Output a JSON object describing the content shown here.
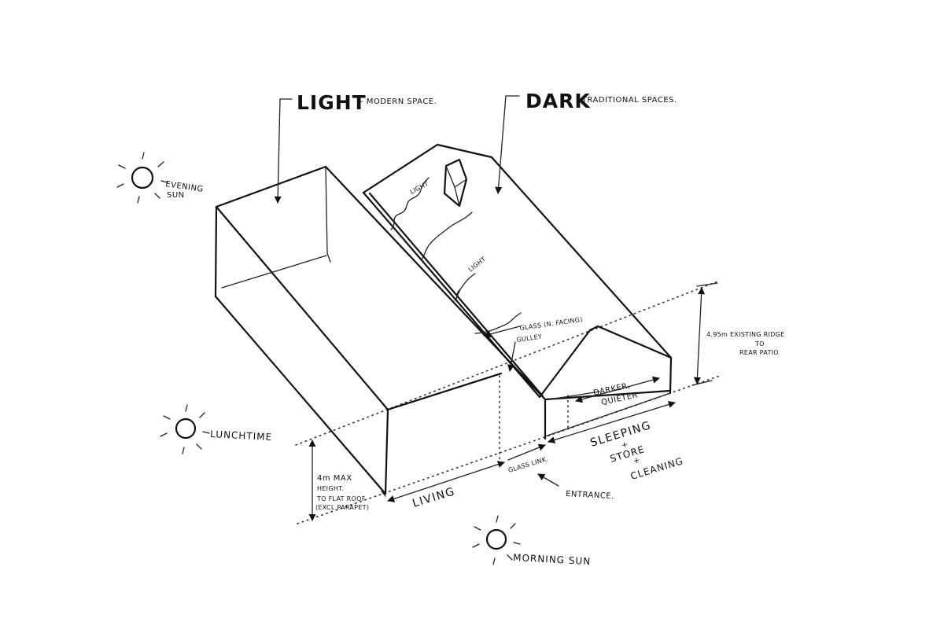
{
  "labels": {
    "light_heading": "LIGHT",
    "light_sub": "- MODERN SPACE.",
    "dark_heading": "DARK",
    "dark_sub": "- TRADITIONAL SPACES.",
    "evening_1": "EVENING",
    "evening_2": "SUN",
    "lunchtime": "LUNCHTIME",
    "morning": "MORNING SUN",
    "light_1": "LIGHT",
    "light_2": "LIGHT",
    "glass": "GLASS (N. FACING)",
    "gulley": "GULLEY",
    "ridge_1": "4.95m  EXISTING RIDGE",
    "ridge_2": "TO",
    "ridge_3": "REAR PATIO",
    "height_1": "4m MAX",
    "height_2": "HEIGHT.",
    "height_3": "TO FLAT ROOF",
    "height_4": "(EXCL PARAPET)",
    "darker_1": "DARKER,",
    "darker_2": "QUIETER",
    "living": "LIVING",
    "glass_link": "GLASS LINK.",
    "sleeping": "SLEEPING",
    "plus_1": "+",
    "store": "STORE",
    "plus_2": "+",
    "cleaning": "CLEANING",
    "entrance": "ENTRANCE."
  },
  "colors": {
    "ink": "#111111",
    "paper": "#ffffff"
  },
  "icons": [
    "sun-icon",
    "arrow-down-icon",
    "arrow-icon"
  ]
}
